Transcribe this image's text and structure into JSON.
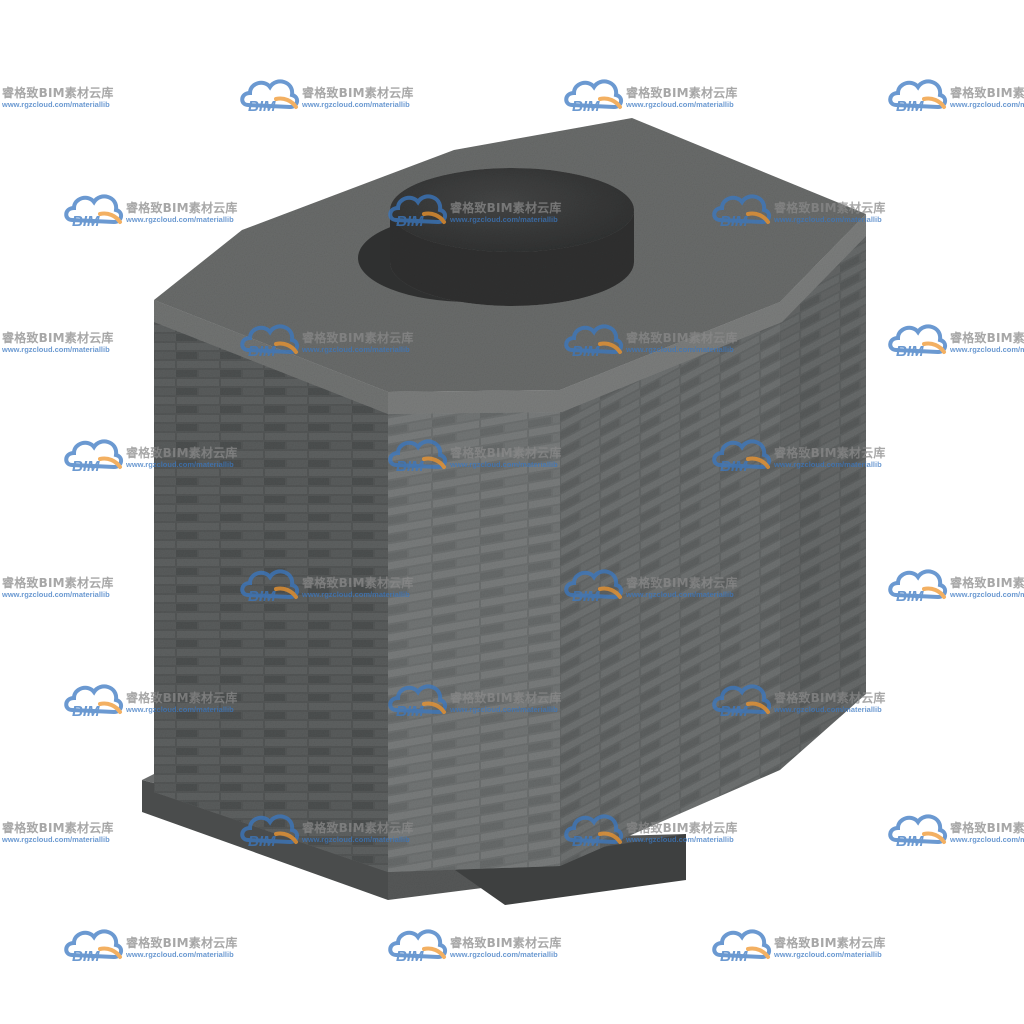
{
  "image": {
    "subject": "brick-inspection-well-model",
    "background": "#ffffff",
    "colors": {
      "brick_light": "#6f7272",
      "brick_dark": "#4a4d4d",
      "mortar": "#8a8c8b",
      "concrete_top": "#6a6c6b",
      "concrete_edge": "#7c7e7d",
      "cover": "#3a3b3b",
      "cover_shadow": "#262727",
      "base_slab": "#505252"
    }
  },
  "watermark": {
    "logo_text": "BIM",
    "title": "睿格致BIM素材云库",
    "url": "www.rgzcloud.com/materiallib",
    "colors": {
      "cloud_blue": "#3a78c2",
      "swoosh_orange": "#f0962e",
      "text_gray": "#8a8a8a"
    },
    "icon": "cloud-logo-icon"
  }
}
